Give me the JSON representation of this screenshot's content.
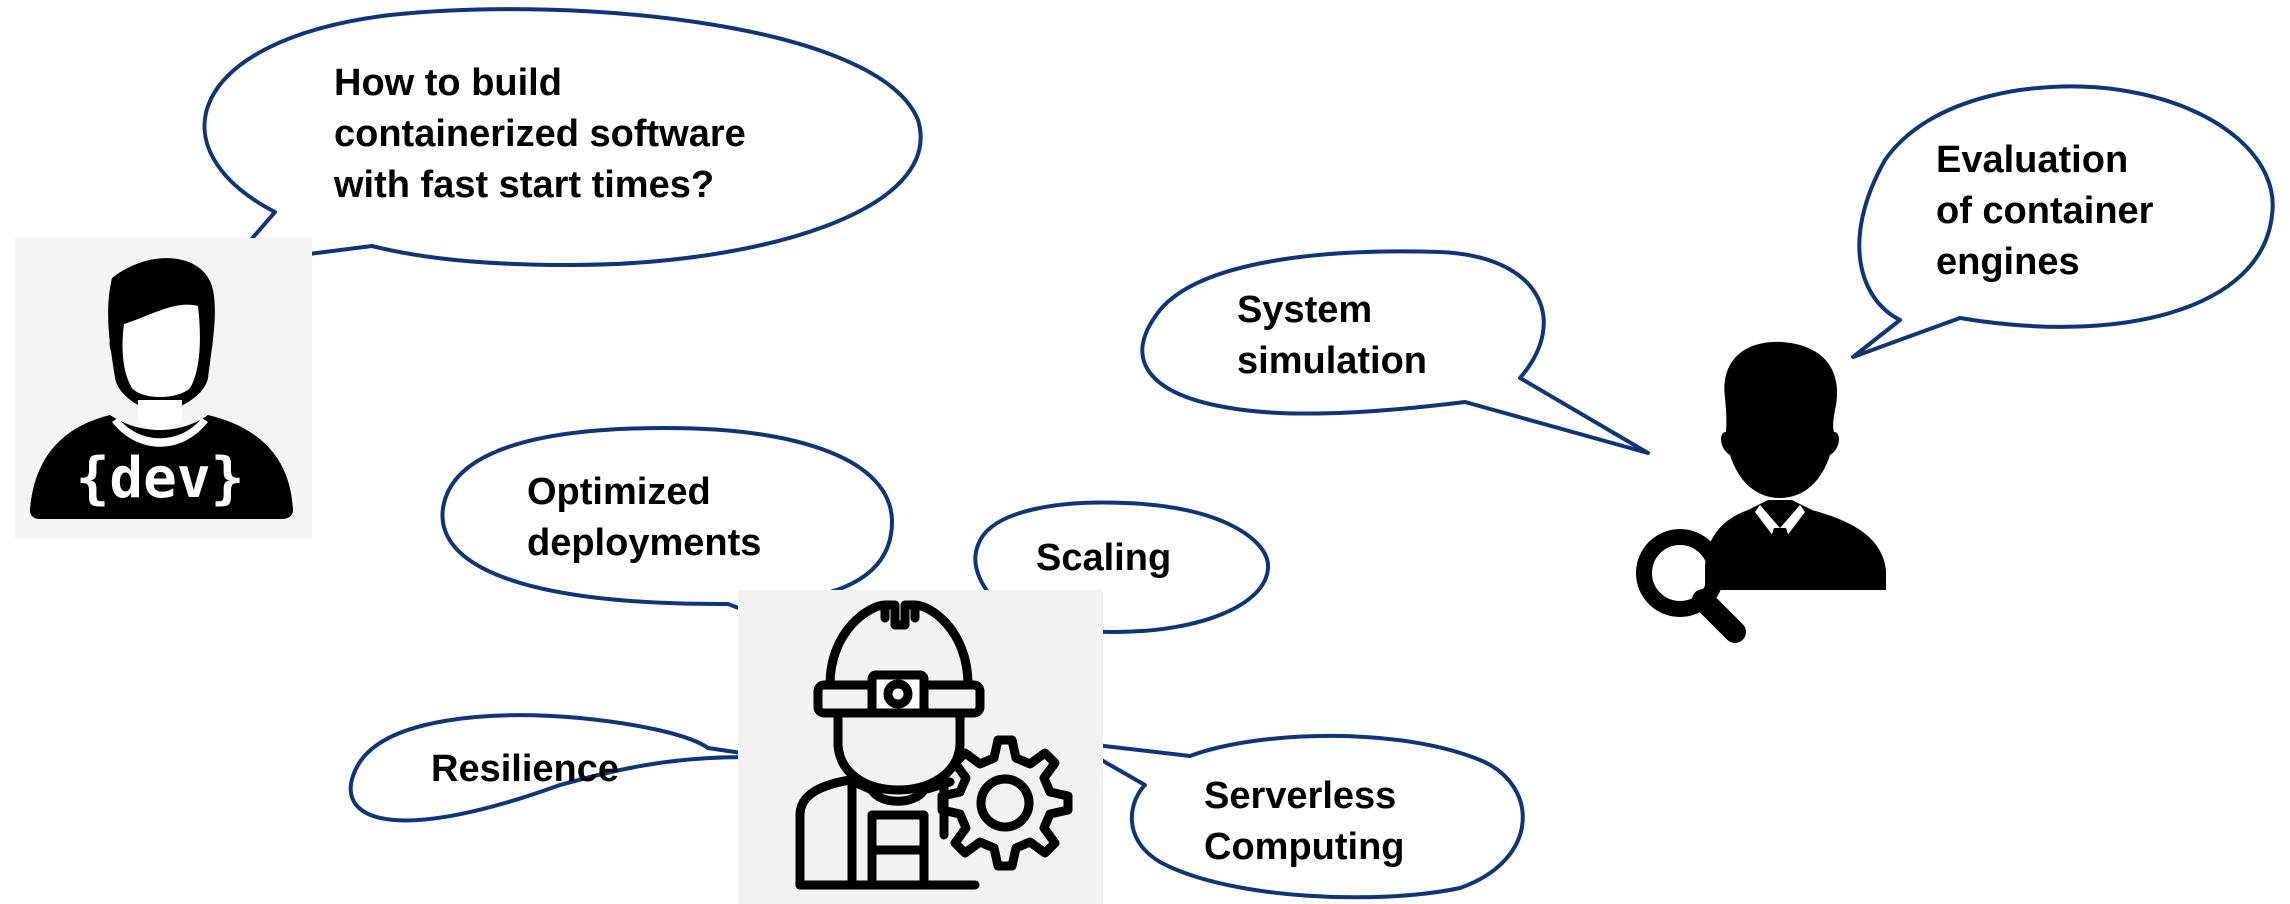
{
  "colors": {
    "bubble_stroke": "#0d3577",
    "bubble_fill": "#ffffff",
    "icon": "#000000",
    "icon_bg": "#f2f2f2",
    "text": "#000000"
  },
  "personas": {
    "developer": {
      "icon": "developer-avatar-icon",
      "badge_text": "{dev}"
    },
    "engineer": {
      "icon": "engineer-with-gear-icon"
    },
    "analyst": {
      "icon": "analyst-with-magnifier-icon"
    }
  },
  "bubbles": {
    "dev_question": [
      "How to build",
      "containerized software",
      "with fast start times?"
    ],
    "optimized_deployments": [
      "Optimized",
      "deployments"
    ],
    "scaling": [
      "Scaling"
    ],
    "resilience": [
      "Resilience"
    ],
    "serverless_computing": [
      "Serverless",
      "Computing"
    ],
    "system_simulation": [
      "System",
      "simulation"
    ],
    "evaluation": [
      "Evaluation",
      "of container",
      "engines"
    ]
  }
}
